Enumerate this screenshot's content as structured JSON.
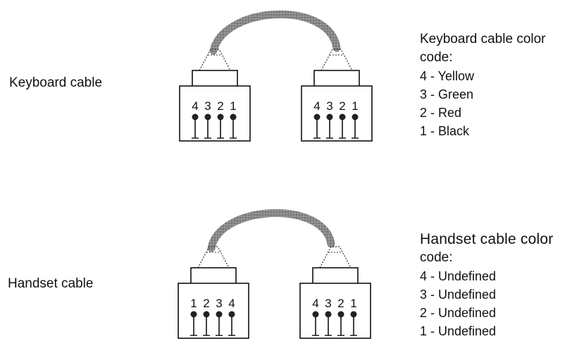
{
  "keyboard": {
    "label": "Keyboard cable",
    "legend_title_line1": "Keyboard cable color",
    "legend_title_line2": "code:",
    "codes": [
      "4 - Yellow",
      "3 - Green",
      "2 - Red",
      "1 - Black"
    ],
    "left_pins": [
      "4",
      "3",
      "2",
      "1"
    ],
    "right_pins": [
      "4",
      "3",
      "2",
      "1"
    ]
  },
  "handset": {
    "label": "Handset cable",
    "legend_title_line1": "Handset cable color",
    "legend_title_line2": "code:",
    "codes": [
      "4 - Undefined",
      "3 - Undefined",
      "2 - Undefined",
      "1 - Undefined"
    ],
    "left_pins": [
      "1",
      "2",
      "3",
      "4"
    ],
    "right_pins": [
      "4",
      "3",
      "2",
      "1"
    ]
  }
}
